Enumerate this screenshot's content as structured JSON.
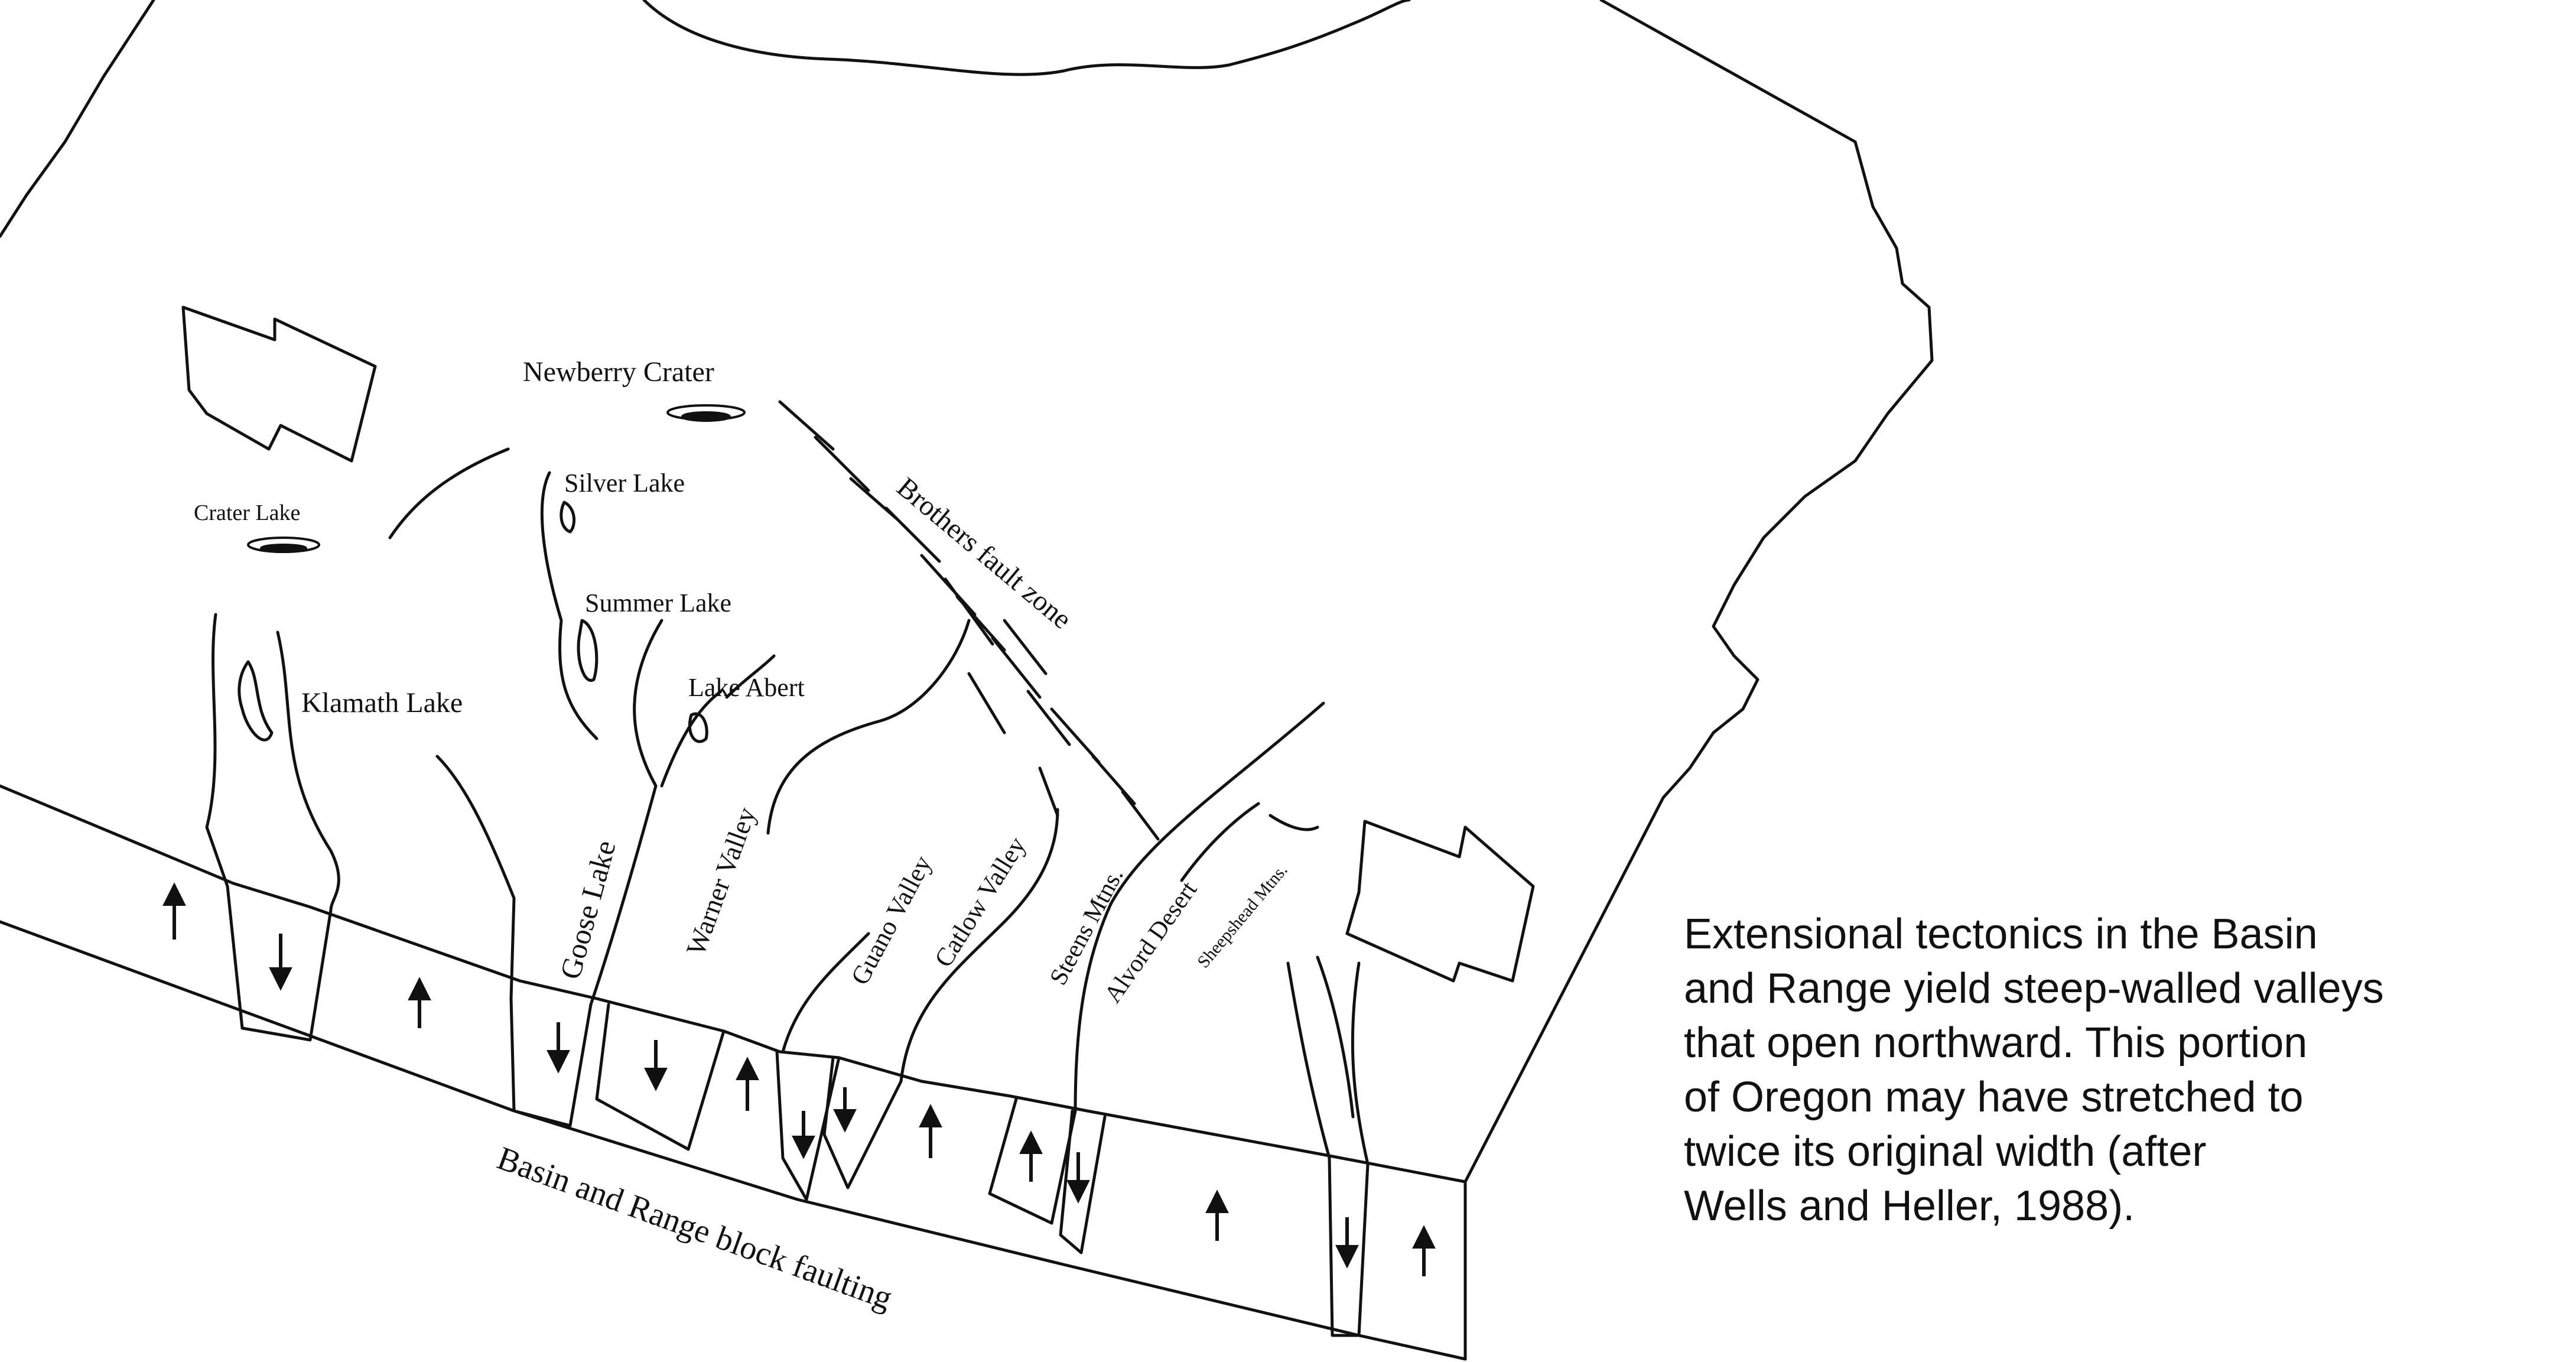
{
  "labels": {
    "newberry_crater": "Newberry Crater",
    "crater_lake": "Crater Lake",
    "silver_lake": "Silver Lake",
    "summer_lake": "Summer Lake",
    "lake_abert": "Lake Abert",
    "klamath_lake": "Klamath Lake",
    "brothers_fault_zone": "Brothers fault zone",
    "goose_lake": "Goose Lake",
    "warner_valley": "Warner Valley",
    "guano_valley": "Guano Valley",
    "catlow_valley": "Catlow Valley",
    "steens_mtns": "Steens Mtns.",
    "alvord_desert": "Alvord Desert",
    "sheepshead_mtns": "Sheepshead Mtns.",
    "block_faulting": "Basin and Range block faulting"
  },
  "caption": {
    "lines": [
      "Extensional tectonics in the Basin",
      "and Range yield steep-walled valleys",
      "that open northward. This portion",
      "of Oregon may have stretched to",
      "twice its original width (after",
      "Wells and Heller, 1988)."
    ]
  },
  "colors": {
    "ink": "#111111",
    "paper": "#ffffff"
  },
  "icons": {
    "extension_arrows": "block-arrow-icon",
    "fault_motion": "arrow-up-icon / arrow-down-icon"
  }
}
